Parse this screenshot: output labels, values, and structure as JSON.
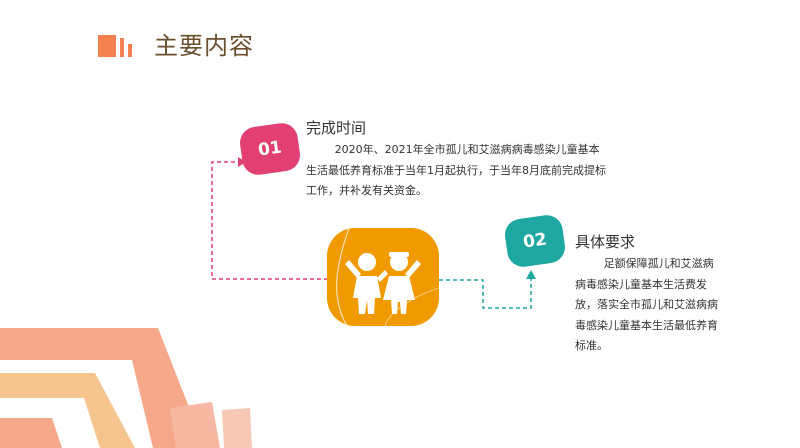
{
  "header": {
    "title": "主要内容"
  },
  "items": [
    {
      "number": "01",
      "heading": "完成时间",
      "body": "2020年、2021年全市孤儿和艾滋病病毒感染儿童基本生活最低养育标准于当年1月起执行，于当年8月底前完成提标工作，并补发有关资金。"
    },
    {
      "number": "02",
      "heading": "具体要求",
      "body": "足额保障孤儿和艾滋病病毒感染儿童基本生活费发放，落实全市孤儿和艾滋病病毒感染儿童基本生活最低养育标准。"
    }
  ],
  "icons": {
    "header": "bar-chart-logo-icon",
    "center": "children-playing-icon"
  },
  "colors": {
    "title": "#6b4e2e",
    "accent_orange": "#f4814f",
    "badge_1": "#e23f73",
    "badge_2": "#1fa7a2",
    "center_tile": "#f09a00",
    "deco_peach": "#f5a98a",
    "deco_sand": "#f6c58f"
  }
}
